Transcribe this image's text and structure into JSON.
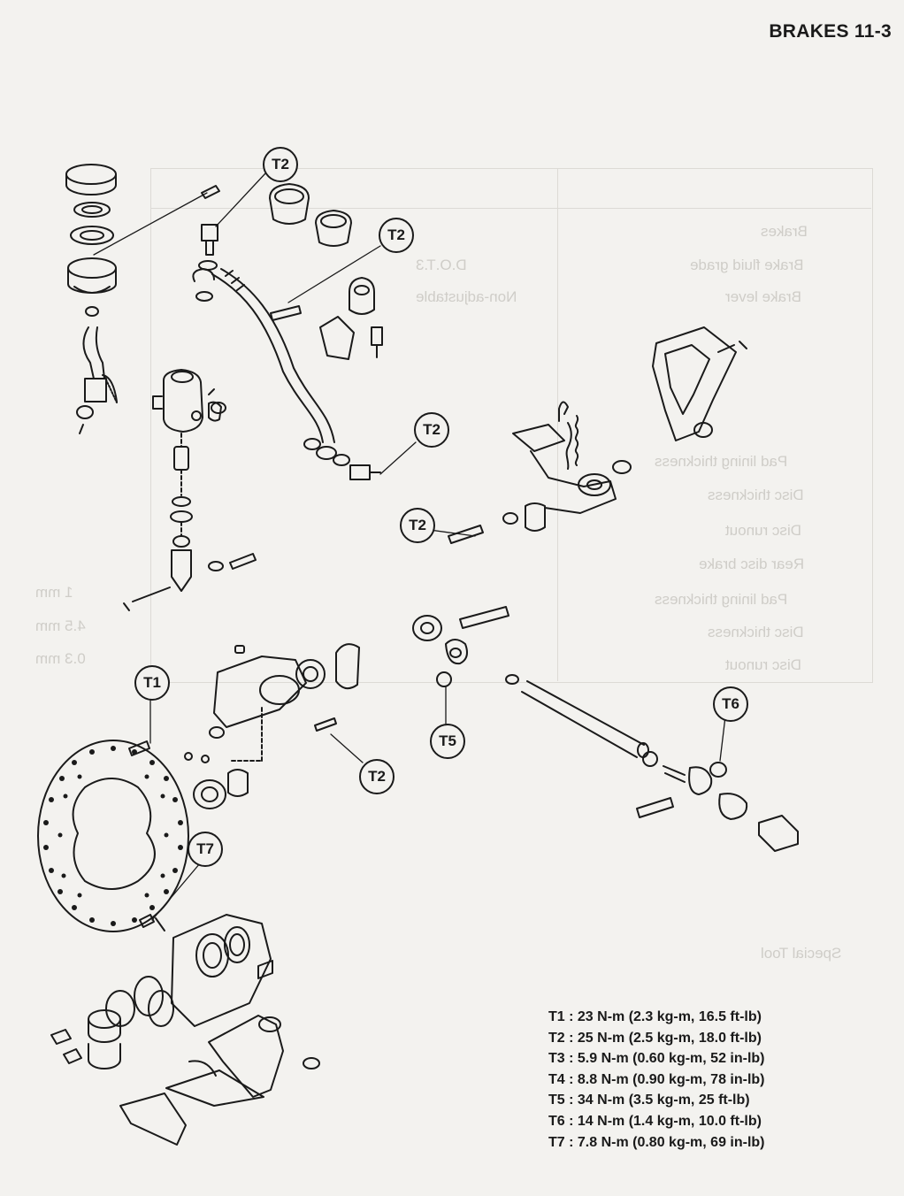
{
  "header": {
    "title": "BRAKES 11-3"
  },
  "callouts": [
    {
      "id": "c1",
      "label": "T2"
    },
    {
      "id": "c2",
      "label": "T2"
    },
    {
      "id": "c3",
      "label": "T2"
    },
    {
      "id": "c4",
      "label": "T2"
    },
    {
      "id": "c5",
      "label": "T1"
    },
    {
      "id": "c6",
      "label": "T2"
    },
    {
      "id": "c7",
      "label": "T5"
    },
    {
      "id": "c8",
      "label": "T6"
    },
    {
      "id": "c9",
      "label": "T7"
    }
  ],
  "torque_specs": [
    "T1 : 23 N-m (2.3 kg-m, 16.5 ft-lb)",
    "T2 : 25 N-m (2.5 kg-m, 18.0 ft-lb)",
    "T3 : 5.9 N-m (0.60 kg-m, 52 in-lb)",
    "T4 : 8.8 N-m (0.90 kg-m, 78 in-lb)",
    "T5 : 34 N-m (3.5 kg-m, 25 ft-lb)",
    "T6 : 14 N-m (1.4 kg-m, 10.0 ft-lb)",
    "T7 : 7.8 N-m (0.80 kg-m, 69 in-lb)"
  ]
}
